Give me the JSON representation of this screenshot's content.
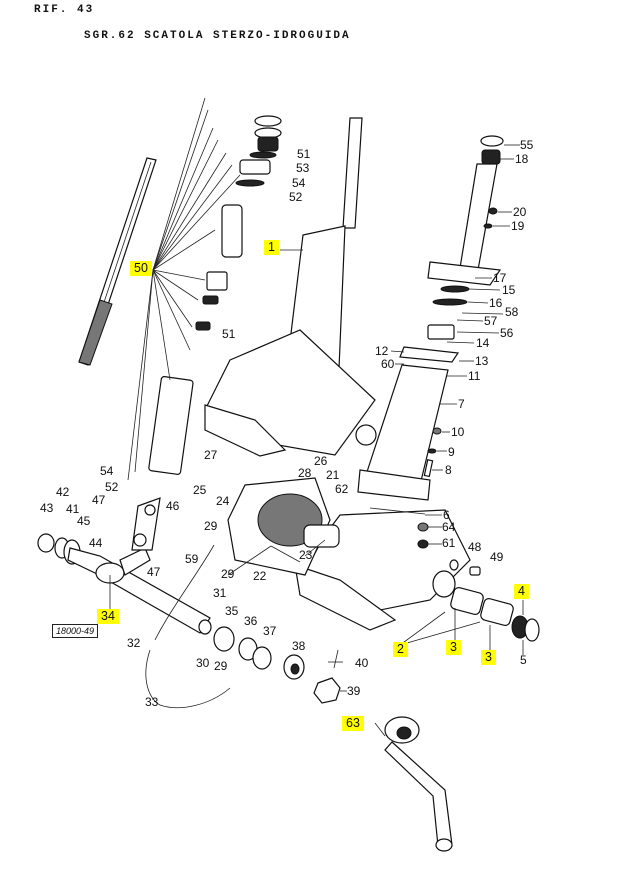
{
  "header": {
    "ref": "RIF.   43",
    "title": "SGR.62     SCATOLA STERZO-IDROGUIDA"
  },
  "drawing_code": "18000-49",
  "highlight_color": "#ffff00",
  "labels": {
    "l1": "1",
    "l2": "2",
    "l3a": "3",
    "l3b": "3",
    "l4": "4",
    "l5": "5",
    "l6": "6",
    "l7": "7",
    "l8": "8",
    "l9": "9",
    "l10": "10",
    "l11": "11",
    "l12": "12",
    "l13": "13",
    "l14": "14",
    "l15": "15",
    "l16": "16",
    "l17": "17",
    "l18": "18",
    "l19": "19",
    "l20": "20",
    "l21": "21",
    "l22": "22",
    "l23": "23",
    "l24": "24",
    "l25": "25",
    "l26": "26",
    "l27": "27",
    "l28": "28",
    "l29a": "29",
    "l29b": "29",
    "l29c": "29",
    "l30": "30",
    "l31": "31",
    "l32": "32",
    "l33": "33",
    "l34": "34",
    "l35": "35",
    "l36": "36",
    "l37": "37",
    "l38": "38",
    "l39": "39",
    "l40": "40",
    "l41": "41",
    "l42": "42",
    "l43": "43",
    "l44": "44",
    "l45": "45",
    "l46": "46",
    "l47a": "47",
    "l47b": "47",
    "l48": "48",
    "l49": "49",
    "l50": "50",
    "l51a": "51",
    "l51b": "51",
    "l52a": "52",
    "l52b": "52",
    "l53": "53",
    "l54a": "54",
    "l54b": "54",
    "l55": "55",
    "l56": "56",
    "l57": "57",
    "l58": "58",
    "l59": "59",
    "l60": "60",
    "l61": "61",
    "l62": "62",
    "l63": "63",
    "l64": "64"
  },
  "highlighted_parts": [
    "1",
    "2",
    "3",
    "3",
    "4",
    "34",
    "50",
    "63"
  ]
}
